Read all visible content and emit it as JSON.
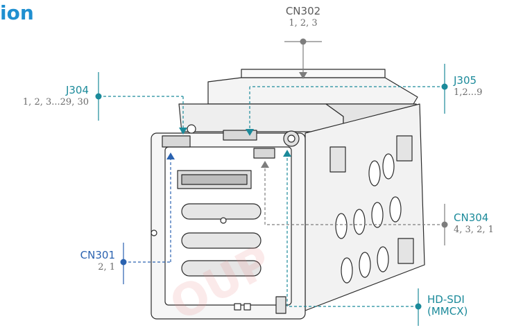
{
  "heading": "ion",
  "colors": {
    "heading": "#1f8fd0",
    "teal": "#1b8a9a",
    "blue": "#2a62b0",
    "gray": "#7d7d7d",
    "outline": "#2a2a2a"
  },
  "connectors": [
    {
      "id": "cn302",
      "name": "CN302",
      "pins": "1, 2, 3",
      "color": "gray"
    },
    {
      "id": "j304",
      "name": "J304",
      "pins": "1, 2, 3...29, 30",
      "color": "teal"
    },
    {
      "id": "j305",
      "name": "J305",
      "pins": "1,2...9",
      "color": "teal"
    },
    {
      "id": "cn304",
      "name": "CN304",
      "pins": "4, 3, 2, 1",
      "color": "teal"
    },
    {
      "id": "cn301",
      "name": "CN301",
      "pins": "2, 1",
      "color": "blue"
    },
    {
      "id": "hdsdi",
      "name": "HD-SDI",
      "pins": "(MMCX)",
      "color": "teal"
    }
  ],
  "watermark": "OUP"
}
